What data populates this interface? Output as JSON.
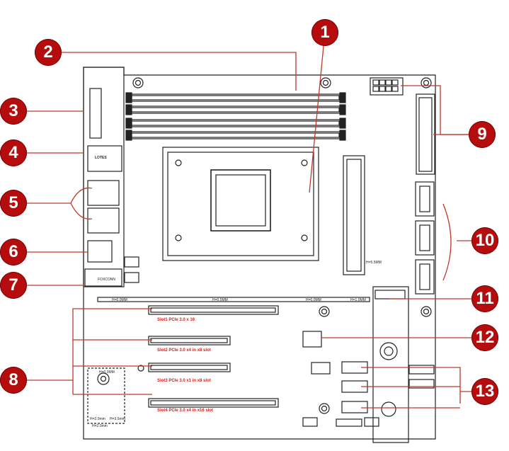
{
  "callouts": [
    {
      "id": "1",
      "label": "1"
    },
    {
      "id": "2",
      "label": "2"
    },
    {
      "id": "3",
      "label": "3"
    },
    {
      "id": "4",
      "label": "4"
    },
    {
      "id": "5",
      "label": "5"
    },
    {
      "id": "6",
      "label": "6"
    },
    {
      "id": "7",
      "label": "7"
    },
    {
      "id": "8",
      "label": "8"
    },
    {
      "id": "9",
      "label": "9"
    },
    {
      "id": "10",
      "label": "10"
    },
    {
      "id": "11",
      "label": "11"
    },
    {
      "id": "12",
      "label": "12"
    },
    {
      "id": "13",
      "label": "13"
    }
  ],
  "slots": {
    "slot1": "Slot1 PCIe 3.0 x 16",
    "slot2": "Slot2 PCIe 3.0 x4 in x8 slot",
    "slot3": "Slot3 PCIe 3.0 x1 in x8 slot",
    "slot4": "Slot4 PCIe 3.0 x4 in x16 slot"
  },
  "silk": {
    "lan_chip": "LOTES",
    "io_chip": "FOXCONN",
    "h1": "H=0.0MM",
    "h2": "H=0.5MM",
    "h3": "H=0.0MM",
    "h4": "H=1.0MM",
    "h5": "H=5.5MM",
    "h6": "H=2.0mm",
    "h7": "H=3.5mm",
    "h8": "H=2.0mm",
    "h9": "H=0.0MM"
  },
  "colors": {
    "accent": "#b50d0d",
    "line": "#c0392b",
    "board": "#222222"
  }
}
